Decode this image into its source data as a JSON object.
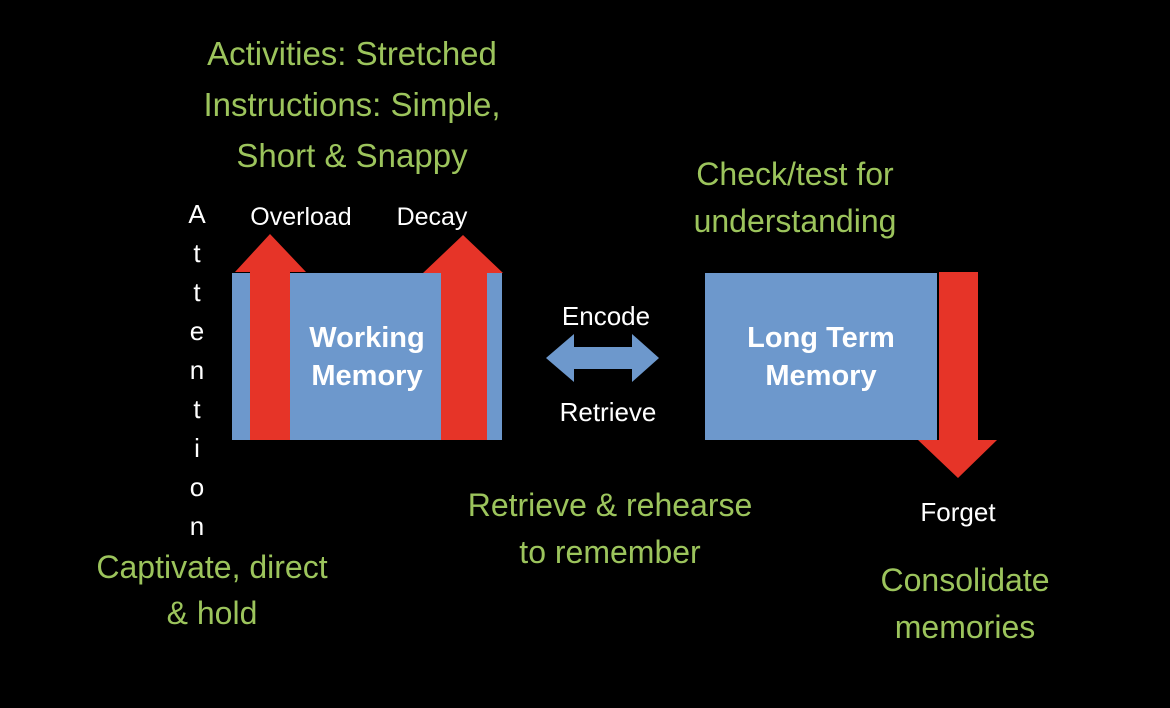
{
  "colors": {
    "background": "#000000",
    "box_blue": "#6D98CC",
    "arrow_red": "#E63428",
    "arrow_blue": "#6D98CC",
    "green_text": "#9CC45C",
    "white_text": "#FFFFFF"
  },
  "annotations": {
    "top_left": {
      "lines": [
        "Activities: Stretched",
        "Instructions: Simple,",
        "Short & Snappy"
      ]
    },
    "top_right": {
      "lines": [
        "Check/test for",
        "understanding"
      ]
    },
    "bottom_middle": {
      "lines": [
        "Retrieve & rehearse",
        "to remember"
      ]
    },
    "bottom_left": {
      "lines": [
        "Captivate, direct",
        "& hold"
      ]
    },
    "bottom_right": {
      "lines": [
        "Consolidate",
        "memories"
      ]
    }
  },
  "labels": {
    "attention": "Attention",
    "overload": "Overload",
    "decay": "Decay",
    "encode": "Encode",
    "retrieve": "Retrieve",
    "forget": "Forget"
  },
  "boxes": {
    "working_memory": {
      "lines": [
        "Working",
        "Memory"
      ]
    },
    "long_term_memory": {
      "lines": [
        "Long Term",
        "Memory"
      ]
    }
  },
  "arrows": [
    {
      "label": "Overload",
      "direction": "up",
      "color": "red",
      "from": "working-memory"
    },
    {
      "label": "Decay",
      "direction": "up",
      "color": "red",
      "from": "working-memory"
    },
    {
      "label": "Encode / Retrieve",
      "direction": "both-horizontal",
      "color": "blue",
      "between": "working-memory and long-term-memory"
    },
    {
      "label": "Forget",
      "direction": "down",
      "color": "red",
      "from": "long-term-memory"
    }
  ]
}
